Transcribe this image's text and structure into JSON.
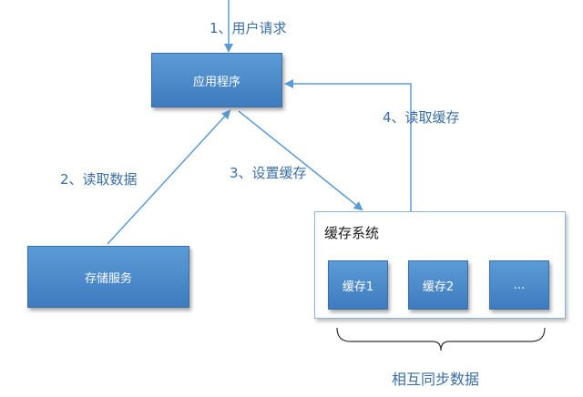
{
  "nodes": {
    "app": "应用程序",
    "storage": "存储服务",
    "cache_system": "缓存系统",
    "cache_items": [
      "缓存1",
      "缓存2",
      "..."
    ]
  },
  "edges": {
    "user_request": "1、用户请求",
    "read_data": "2、读取数据",
    "set_cache": "3、设置缓存",
    "read_cache": "4、读取缓存"
  },
  "sync_label": "相互同步数据",
  "colors": {
    "node_fill": "#4f8ccb",
    "edge_stroke": "#5b9bd5",
    "label_text": "#3a6ea5"
  }
}
